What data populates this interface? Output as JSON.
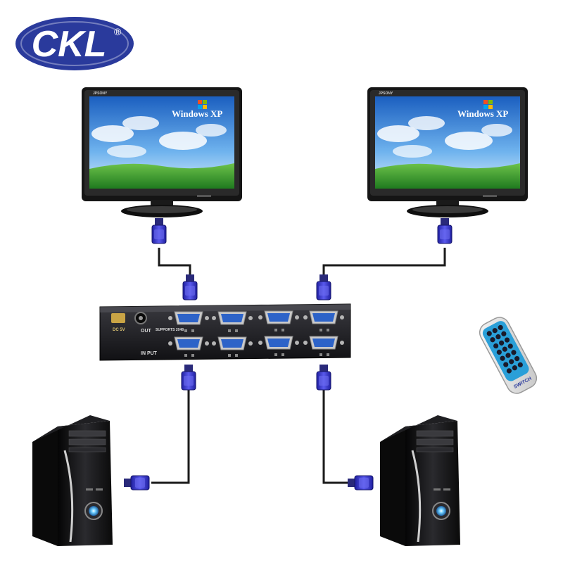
{
  "logo": {
    "text": "CKL",
    "registered": "®"
  },
  "monitors": [
    {
      "name": "monitor-left",
      "brand": "JPSONY",
      "os_text": "Windows XP"
    },
    {
      "name": "monitor-right",
      "brand": "JPSONY",
      "os_text": "Windows XP"
    }
  ],
  "switch_box": {
    "dc_label": "DC 5V",
    "out_label": "OUT",
    "input_label": "IN PUT",
    "resolution_label": "SUPPORTS 2048",
    "ports_per_row": 4
  },
  "remote": {
    "button_label": "SWITCH"
  },
  "computers": [
    {
      "name": "pc-left"
    },
    {
      "name": "pc-right"
    }
  ],
  "colors": {
    "logo_blue": "#2a3a9c",
    "cable": "#1a1a1a",
    "connector": "#3a3acc",
    "box": "#1c1c20",
    "port": "#2d63c8",
    "sky": "#2a7fd6",
    "grass": "#3fa535"
  }
}
